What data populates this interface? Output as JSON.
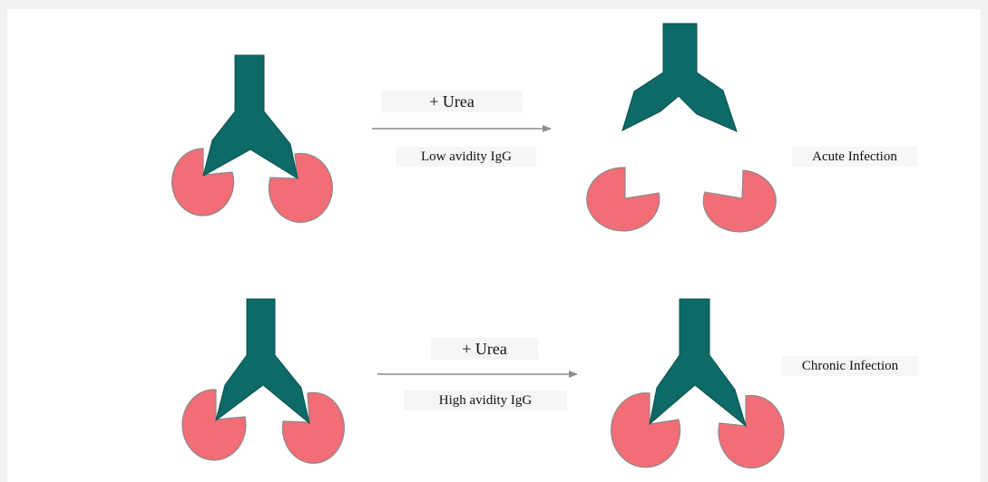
{
  "rows": [
    {
      "reagent": "+ Urea",
      "avidity": "Low avidity IgG",
      "result": "Acute  Infection",
      "outcome": "antigen released"
    },
    {
      "reagent": "+ Urea",
      "avidity": "High avidity IgG",
      "result": "Chronic Infection",
      "outcome": "antigen retained"
    }
  ],
  "colors": {
    "antibody": "#0d6a66",
    "antigen": "#f36d76",
    "arrow": "#8c8c8c"
  }
}
